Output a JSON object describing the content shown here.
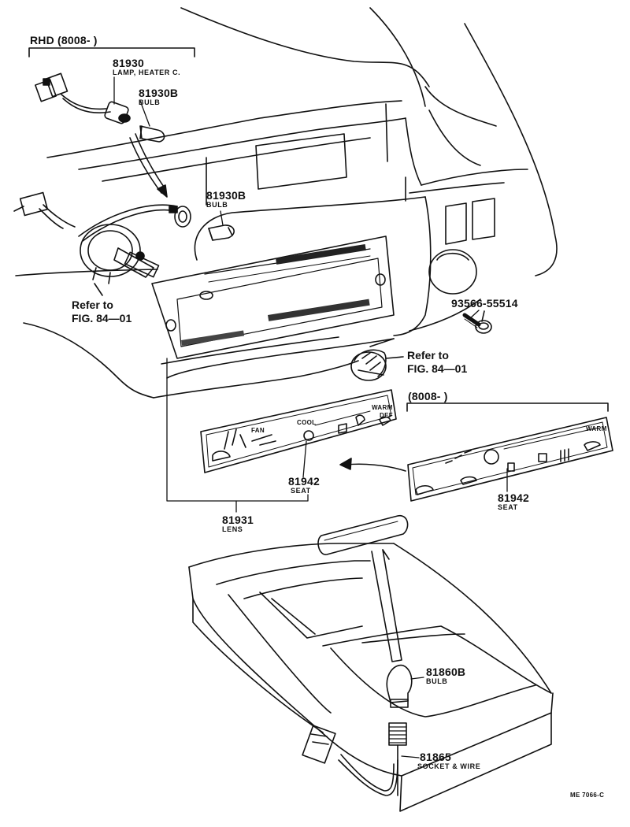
{
  "group_rhd": {
    "label": "RHD (8008-          )"
  },
  "group_8008": {
    "label": "(8008-          )"
  },
  "parts": {
    "p81930": {
      "number": "81930",
      "name": "LAMP, HEATER C."
    },
    "p81930b_top": {
      "number": "81930B",
      "name": "BULB"
    },
    "p81930b_mid": {
      "number": "81930B",
      "name": "BULB"
    },
    "p93566": {
      "number": "93566-55514"
    },
    "p81942_left": {
      "number": "81942",
      "name": "SEAT"
    },
    "p81942_right": {
      "number": "81942",
      "name": "SEAT"
    },
    "p81931": {
      "number": "81931",
      "name": "LENS"
    },
    "p81860b": {
      "number": "81860B",
      "name": "BULB"
    },
    "p81865": {
      "number": "81865",
      "name": "SOCKET & WIRE"
    }
  },
  "references": {
    "left": {
      "line1": "Refer to",
      "line2": "FIG. 84—01"
    },
    "right": {
      "line1": "Refer to",
      "line2": "FIG. 84—01"
    }
  },
  "panel_left_markings": {
    "fan": "FAN",
    "cool": "COOL",
    "warm": "WARM",
    "def": "DEF"
  },
  "panel_right_markings": {
    "warm": "WARM"
  },
  "footer": {
    "code": "ME 7066-C"
  }
}
